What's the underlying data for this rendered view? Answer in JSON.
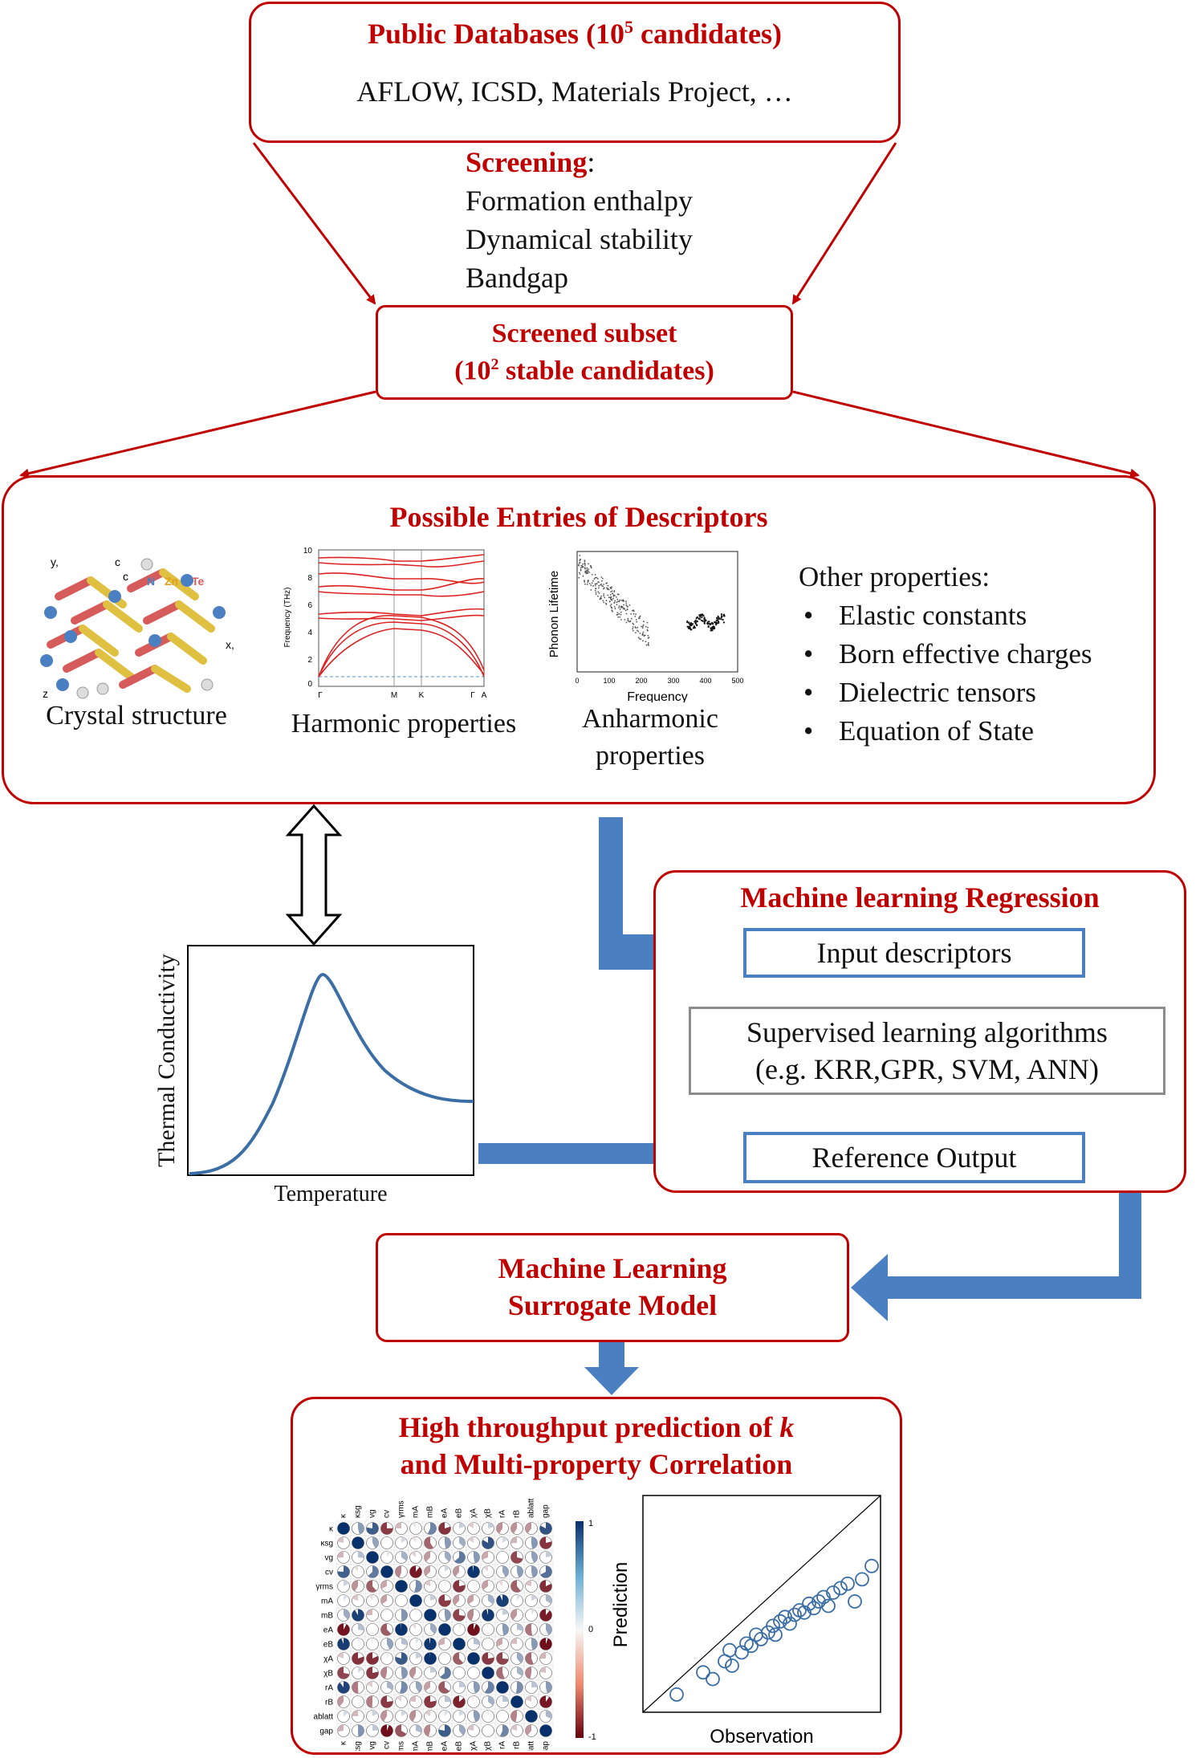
{
  "public_db": {
    "title_pre": "Public Databases (10",
    "title_sup": "5",
    "title_post": " candidates)",
    "sources": "AFLOW, ICSD, Materials Project, …"
  },
  "screening": {
    "label": "Screening",
    "colon": ":",
    "criteria": [
      "Formation enthalpy",
      "Dynamical stability",
      "Bandgap"
    ]
  },
  "subset": {
    "line1": "Screened subset",
    "line2_pre": "(10",
    "line2_sup": "2",
    "line2_post": " stable candidates)"
  },
  "descriptors": {
    "title": "Possible Entries of Descriptors",
    "crystal_caption": "Crystal structure",
    "harmonic_caption": "Harmonic properties",
    "anharmonic_caption_1": "Anharmonic",
    "anharmonic_caption_2": "properties",
    "crystal_labels": {
      "y": "y,",
      "c1": "c",
      "c2": "c",
      "n": "N",
      "zn": "Zn",
      "te": "Te",
      "x": "x,",
      "z": "z"
    },
    "phonon_plot": {
      "ylabel": "Frequency (THz)",
      "yticks": [
        "10",
        "8",
        "6",
        "4",
        "2",
        "0"
      ],
      "xticks": [
        "Γ",
        "M",
        "K",
        "Γ",
        "A"
      ]
    },
    "lifetime_plot": {
      "ylabel": "Phonon Lifetime",
      "xlabel": "Frequency",
      "xticks": [
        "0",
        "100",
        "200",
        "300",
        "400",
        "500"
      ]
    },
    "other_title": "Other properties:",
    "other_items": [
      "Elastic constants",
      "Born effective charges",
      "Dielectric tensors",
      "Equation of State"
    ]
  },
  "thermal_plot": {
    "ylabel": "Thermal Conductivity",
    "xlabel": "Temperature"
  },
  "ml_regression": {
    "title": "Machine learning Regression",
    "input": "Input descriptors",
    "algo_line1": "Supervised learning algorithms",
    "algo_line2": "(e.g. KRR,GPR, SVM, ANN)",
    "reference": "Reference Output"
  },
  "surrogate": {
    "line1": "Machine Learning",
    "line2": "Surrogate Model"
  },
  "prediction": {
    "line1_pre": "High throughput prediction of ",
    "line1_k": "k",
    "line2": "and Multi-property Correlation",
    "corr_labels": [
      "κ",
      "κsg",
      "vg",
      "cv",
      "γrms",
      "mA",
      "mB",
      "eA",
      "eB",
      "χA",
      "χB",
      "rA",
      "rB",
      "ablatt",
      "gap"
    ],
    "colorbar_ticks": [
      "1",
      "0",
      "-1"
    ],
    "parity_xlabel": "Observation",
    "parity_ylabel": "Prediction"
  },
  "colors": {
    "accent_red": "#c00000",
    "arrow_blue": "#4a7fc1",
    "curve_blue": "#3a6ea5"
  }
}
